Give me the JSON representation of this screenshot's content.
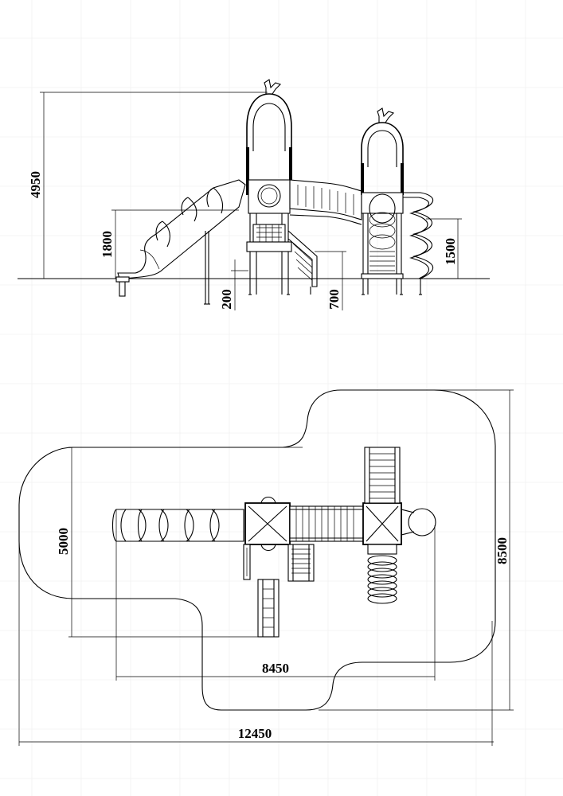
{
  "elevation": {
    "dimensions": {
      "total_height": "4950",
      "slide_height": "1800",
      "footing_depth": "200",
      "step_height": "700",
      "climber_height": "1500"
    }
  },
  "plan": {
    "dimensions": {
      "depth": "5000",
      "overall_depth": "8500",
      "structure_length": "8450",
      "overall_length": "12450"
    }
  }
}
